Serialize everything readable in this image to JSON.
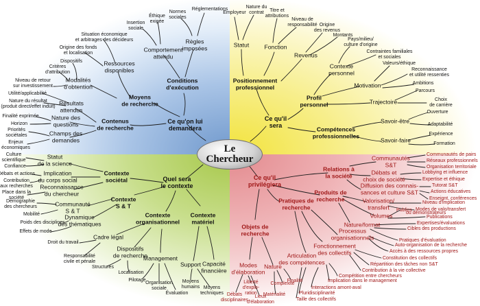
{
  "center": {
    "title": "Le\nChercheur"
  },
  "quadrants": {
    "top_left": {
      "color": "#8fb2dd"
    },
    "top_right": {
      "color": "#f5ea5c"
    },
    "bottom_left": {
      "color": "#b9d46a"
    },
    "bottom_right": {
      "color": "#eaa0a4"
    }
  },
  "main_branches": {
    "demande": "Ce qu'on lui\ndemandera",
    "sera": "Ce qu'il\nsera",
    "contexte": "Quel sera\nle contexte",
    "privilegiera": "Ce qu'il\nprivilégiera"
  },
  "tl": {
    "moyens": "Moyens\nde recherche",
    "conditions": "Conditions\nd'exécution",
    "contenus": "Contenus\nde recherche",
    "ressources": "Ressources\ndisponibles",
    "modalites": "Modalités\nd'obtention",
    "comportement": "Comportement\nattendu",
    "regles": "Règles\nimposées",
    "insertion": "Insertion\nsociale",
    "ethique": "Éthique\nexigée",
    "normes": "Normes\nsociales",
    "reglementations": "Réglementations",
    "situation": "Situation économique\net arbitrages des décideurs",
    "origine_fonds": "Origine des fonds\net localisation",
    "dispositifs": "Dispositifs",
    "criteres": "Critères\nd'attribution",
    "niveau_retour": "Niveau de retour\nsur investissement",
    "utilite": "Utilité/applicabilité",
    "nature_resultat": "Nature du résultat\n(produit direct/effet induit)",
    "resultats": "Résultats\nattendus",
    "finalite": "Finalité exprimée",
    "horizon": "Horizon",
    "nature_questions": "Nature des\nquestions",
    "priorites": "Priorités\nsociétales",
    "enjeux": "Enjeux\néconomiques",
    "champs": "Champs des\ndemandes"
  },
  "tr": {
    "positionnement": "Positionnement\nprofessionnel",
    "profil": "Profil\npersonnel",
    "competences": "Compétences\nprofessionnelles",
    "statut": "Statut",
    "fonction": "Fonction",
    "revenus": "Revenus",
    "employeur": "Employeur",
    "nature_contrat": "Nature du\ncontrat",
    "titre": "Titre et\nattributions",
    "niveau_resp": "Niveau de\nresponsabilité",
    "origine_revenus": "Origine\ndes revenus",
    "montants": "Montants",
    "pays": "Pays/milieu/\nculture d'origine",
    "contexte_perso": "Contexte\npersonnel",
    "contraintes": "Contraintes familiales\net sociales",
    "motivation": "Motivation",
    "valeurs": "Valeurs/éthique",
    "reconnaissance": "Reconnaissance\net utilité ressenties",
    "ambitions": "Ambitions",
    "trajectoire": "Trajectoire",
    "parcours": "Parcours",
    "choix_carriere": "Choix\nde carrière",
    "savoir_etre": "Savoir-être",
    "ouverture": "Ouverture",
    "adaptabilite": "Adaptabilité",
    "savoir_faire": "Savoir-faire",
    "experience": "Expérience",
    "formation": "Formation"
  },
  "bl": {
    "contexte_societal": "Contexte\nsociétal",
    "contexte_st": "Contexte\nS & T",
    "contexte_org": "Contexte\norganisationnel",
    "contexte_mat": "Contexte\nmatériel",
    "statut_science": "Statut\nde la science",
    "culture": "Culture\nscientifique",
    "confiance": "Confiance",
    "debats_actions": "Débats et actions",
    "implication": "Implication\ndu corps social",
    "contribution": "Contribution\naux recherches",
    "reconnaissance_chercheur": "Reconnaissance\ndu chercheur",
    "place": "Place dans la\nsociété",
    "demographie": "Démographie\ndes chercheurs",
    "communaute_st": "Communauté\nS & T",
    "mobilite": "Mobilité",
    "poids": "Poids des disciplines",
    "dynamique": "Dynamique\ndes thématiques",
    "effets_mode": "Effets de mode",
    "droit_travail": "Droit du travail",
    "cadre_legal": "Cadre légal",
    "responsabilite": "Responsabilité\ncivile et pénale",
    "dispositifs_recherche": "Dispositifs\nde recherche",
    "structures": "Structures",
    "localisation": "Localisation",
    "management": "Management",
    "pilotage": "Pilotage",
    "org_sociale": "Organisation\nsociale",
    "evaluation": "Évaluation",
    "support": "Support",
    "moyens_humains": "Moyens\nhumains",
    "moyens_techniques": "Moyens\ntechniques",
    "capacite": "Capacité\nfinancière"
  },
  "br": {
    "relations": "Relations à\nla société",
    "produits": "Produits de\nrecherche",
    "pratiques": "Pratiques de\nrecherche",
    "objets": "Objets de\nrecherche",
    "communautes": "Communautés\nS&T",
    "communautes_pairs": "Communautés de pairs",
    "reseaux": "Réseaux professionnels",
    "org_territoriale": "Organisation territoriale",
    "debats_choix": "Débats et\nchoix de société",
    "lobbying": "Lobbying et influence",
    "expertise_ethique": "Expertise et éthique",
    "diffusion": "Diffusion des connais-\nsances et culture S&T",
    "tutorat": "Tutorat S&T",
    "actions_educatives": "Actions éducatives",
    "enseignement": "Enseignt, conférences",
    "valorisation": "Valorisation/\ntransfert",
    "niveau_implication": "Niveau d'implication",
    "modes_valo": "Modes de valo/transfert",
    "volumes": "Volumes",
    "publics": "Publics",
    "demonstrateurs": "ou démonstrateurs",
    "publications": "Publications",
    "nature_format": "Nature/format",
    "expertises": "Expertises/évaluations",
    "cibles": "Cibles des productions",
    "pratiques_eval": "Pratiques d'évaluation",
    "processus": "Processus\norganisationnels",
    "auto_org": "Auto-organisation de la recherche",
    "acces_ressources": "Accès à des ressources propres",
    "fonctionnement": "Fonctionnement\ndes collectifs",
    "constitution": "Constitution des collectifs",
    "repartition": "Répartition des tâches non S&T",
    "contribution_vie": "Contribution à la vie collective",
    "articulation": "Articulation\ndes compétences",
    "competition": "Compétition entre chercheurs",
    "implication_mgmt": "Implication dans le management",
    "interactions": "Interactions amont-aval",
    "pluridisciplinarite": "Pluridisciplinarité",
    "taille": "Taille des collectifs",
    "modes_elab": "Modes\nd'élaboration",
    "nature": "Nature",
    "debats_disc": "Débats\ndisciplinaires",
    "liberte": "Liberté\nd'explo-\nration",
    "lieux": "Lieux\nd'élaboration",
    "complexite": "Complexité",
    "finalite_br": "Finalité",
    "materialite": "Matérialité"
  }
}
